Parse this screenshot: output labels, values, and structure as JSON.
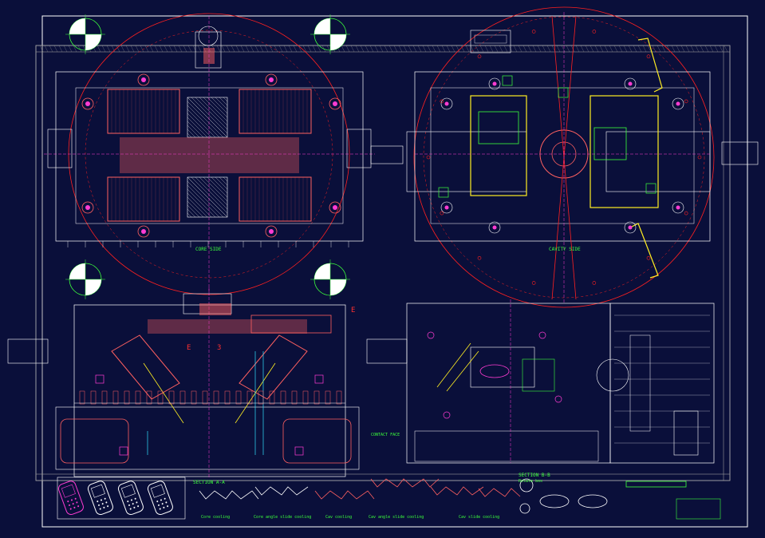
{
  "colors": {
    "background": "#0a0f3a",
    "frame": "#ffffff",
    "border": "#9a9a9a",
    "core": "#ff6060",
    "accent_pink": "#ff3cd2",
    "green": "#3cff3c",
    "yellow": "#ffee22",
    "red": "#ff2020",
    "white": "#ffffff",
    "cyan": "#30e0ff"
  },
  "labels": {
    "core_side": "CORE SIDE",
    "cavity_side": "CAVITY SIDE",
    "section_aa": "SECTION A-A",
    "section_bb": "SECTION B-B",
    "rotate_box": "Rotate box",
    "core_cooling": "Core cooling",
    "core_angle_slide_cooling": "Core angle slide cooling",
    "cav_cooling": "Cav cooling",
    "cav_angle_slide_cooling": "Cav angle slide cooling",
    "cav_slide_cooling": "Cav slide cooling",
    "marker_e": "E",
    "marker_3": "3",
    "contact_face": "CONTACT FACE"
  }
}
